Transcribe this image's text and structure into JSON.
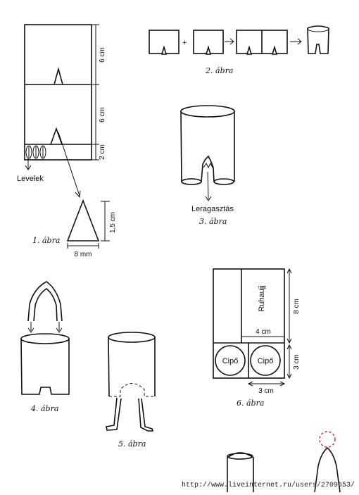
{
  "fig1": {
    "dim_top": "6 cm",
    "dim_mid": "6 cm",
    "dim_bottom": "2 cm",
    "leaves_label": "Levelek",
    "triangle_height": "1,5 cm",
    "triangle_base": "8 mm",
    "caption": "1. ábra"
  },
  "fig2": {
    "caption": "2. ábra",
    "plus": "+"
  },
  "fig3": {
    "label": "Leragasztás",
    "caption": "3. ábra"
  },
  "fig4": {
    "caption": "4. ábra"
  },
  "fig5": {
    "caption": "5. ábra"
  },
  "fig6": {
    "label_clothes": "Ruhaujj",
    "dim_width": "4 cm",
    "dim_height": "8 cm",
    "shoe_left": "Cipő",
    "shoe_right": "Cipő",
    "dim_shoe_height": "3 cm",
    "dim_shoe_width": "3 cm",
    "caption": "6. ábra"
  },
  "footer_url": "http://www.liveinternet.ru/users/2709653/"
}
